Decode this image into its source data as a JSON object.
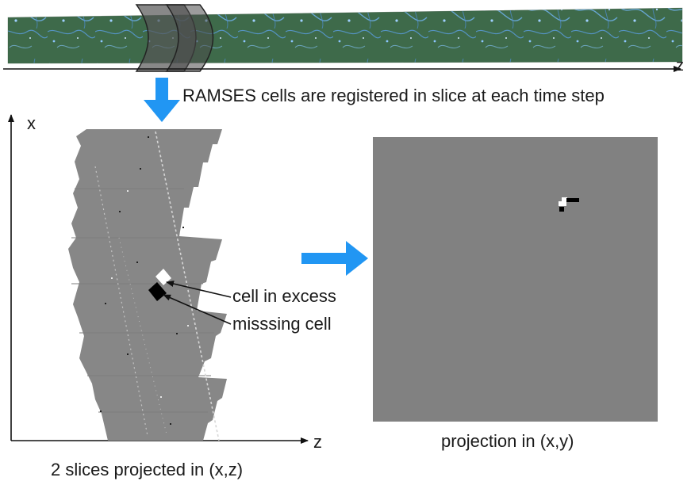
{
  "top_banner": {
    "axis_label": "z"
  },
  "step_caption": "RAMSES cells are registered in slice at each time step",
  "left_panel": {
    "axis_x_label": "x",
    "axis_z_label": "z",
    "annotation_excess": "cell in excess",
    "annotation_missing": "misssing cell",
    "caption": "2 slices projected in (x,z)"
  },
  "right_panel": {
    "caption": "projection in (x,y)"
  },
  "colors": {
    "arrow_blue": "#2196f3",
    "slice_gray": "#8a8a8a",
    "panel_gray": "#808080",
    "banner_green": "#3f6b4c",
    "filament_blue": "#5fa8e8"
  }
}
